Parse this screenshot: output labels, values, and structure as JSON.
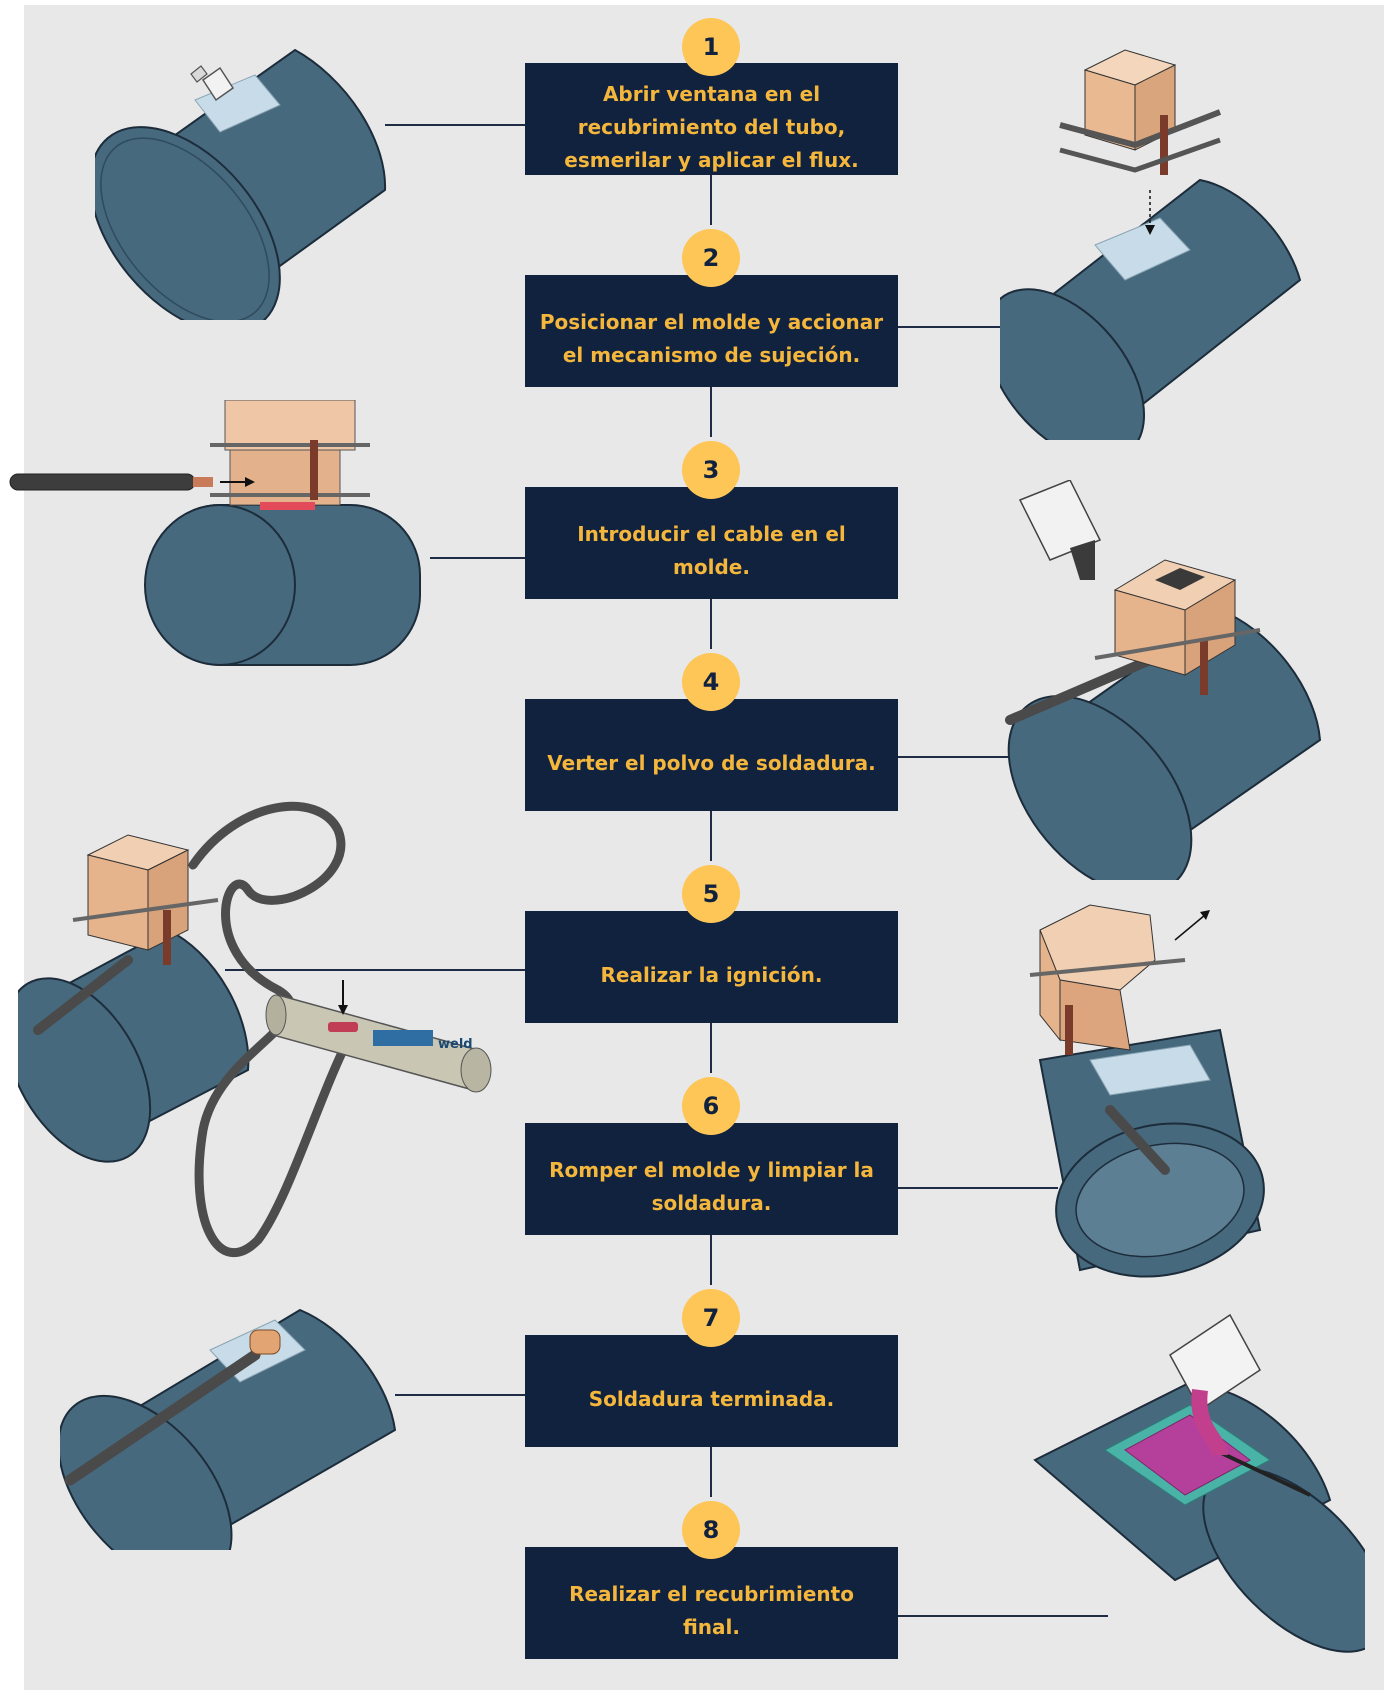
{
  "colors": {
    "background": "#e8e8e8",
    "box": "#11223f",
    "text": "#f5b63c",
    "badge": "#fdc656",
    "pipe": "#46697e",
    "mold": "#eec3a0"
  },
  "steps": [
    {
      "number": "1",
      "text": "Abrir ventana en el recubrimiento del tubo, esmerilar y aplicar el flux."
    },
    {
      "number": "2",
      "text": "Posicionar el molde y accionar el mecanismo de sujeción."
    },
    {
      "number": "3",
      "text": "Introducir el cable en el molde."
    },
    {
      "number": "4",
      "text": "Verter el polvo de soldadura."
    },
    {
      "number": "5",
      "text": "Realizar la ignición."
    },
    {
      "number": "6",
      "text": "Romper el molde y limpiar la soldadura."
    },
    {
      "number": "7",
      "text": "Soldadura terminada."
    },
    {
      "number": "8",
      "text": "Realizar el recubrimiento final."
    }
  ],
  "igniter": {
    "brand": "weld"
  }
}
